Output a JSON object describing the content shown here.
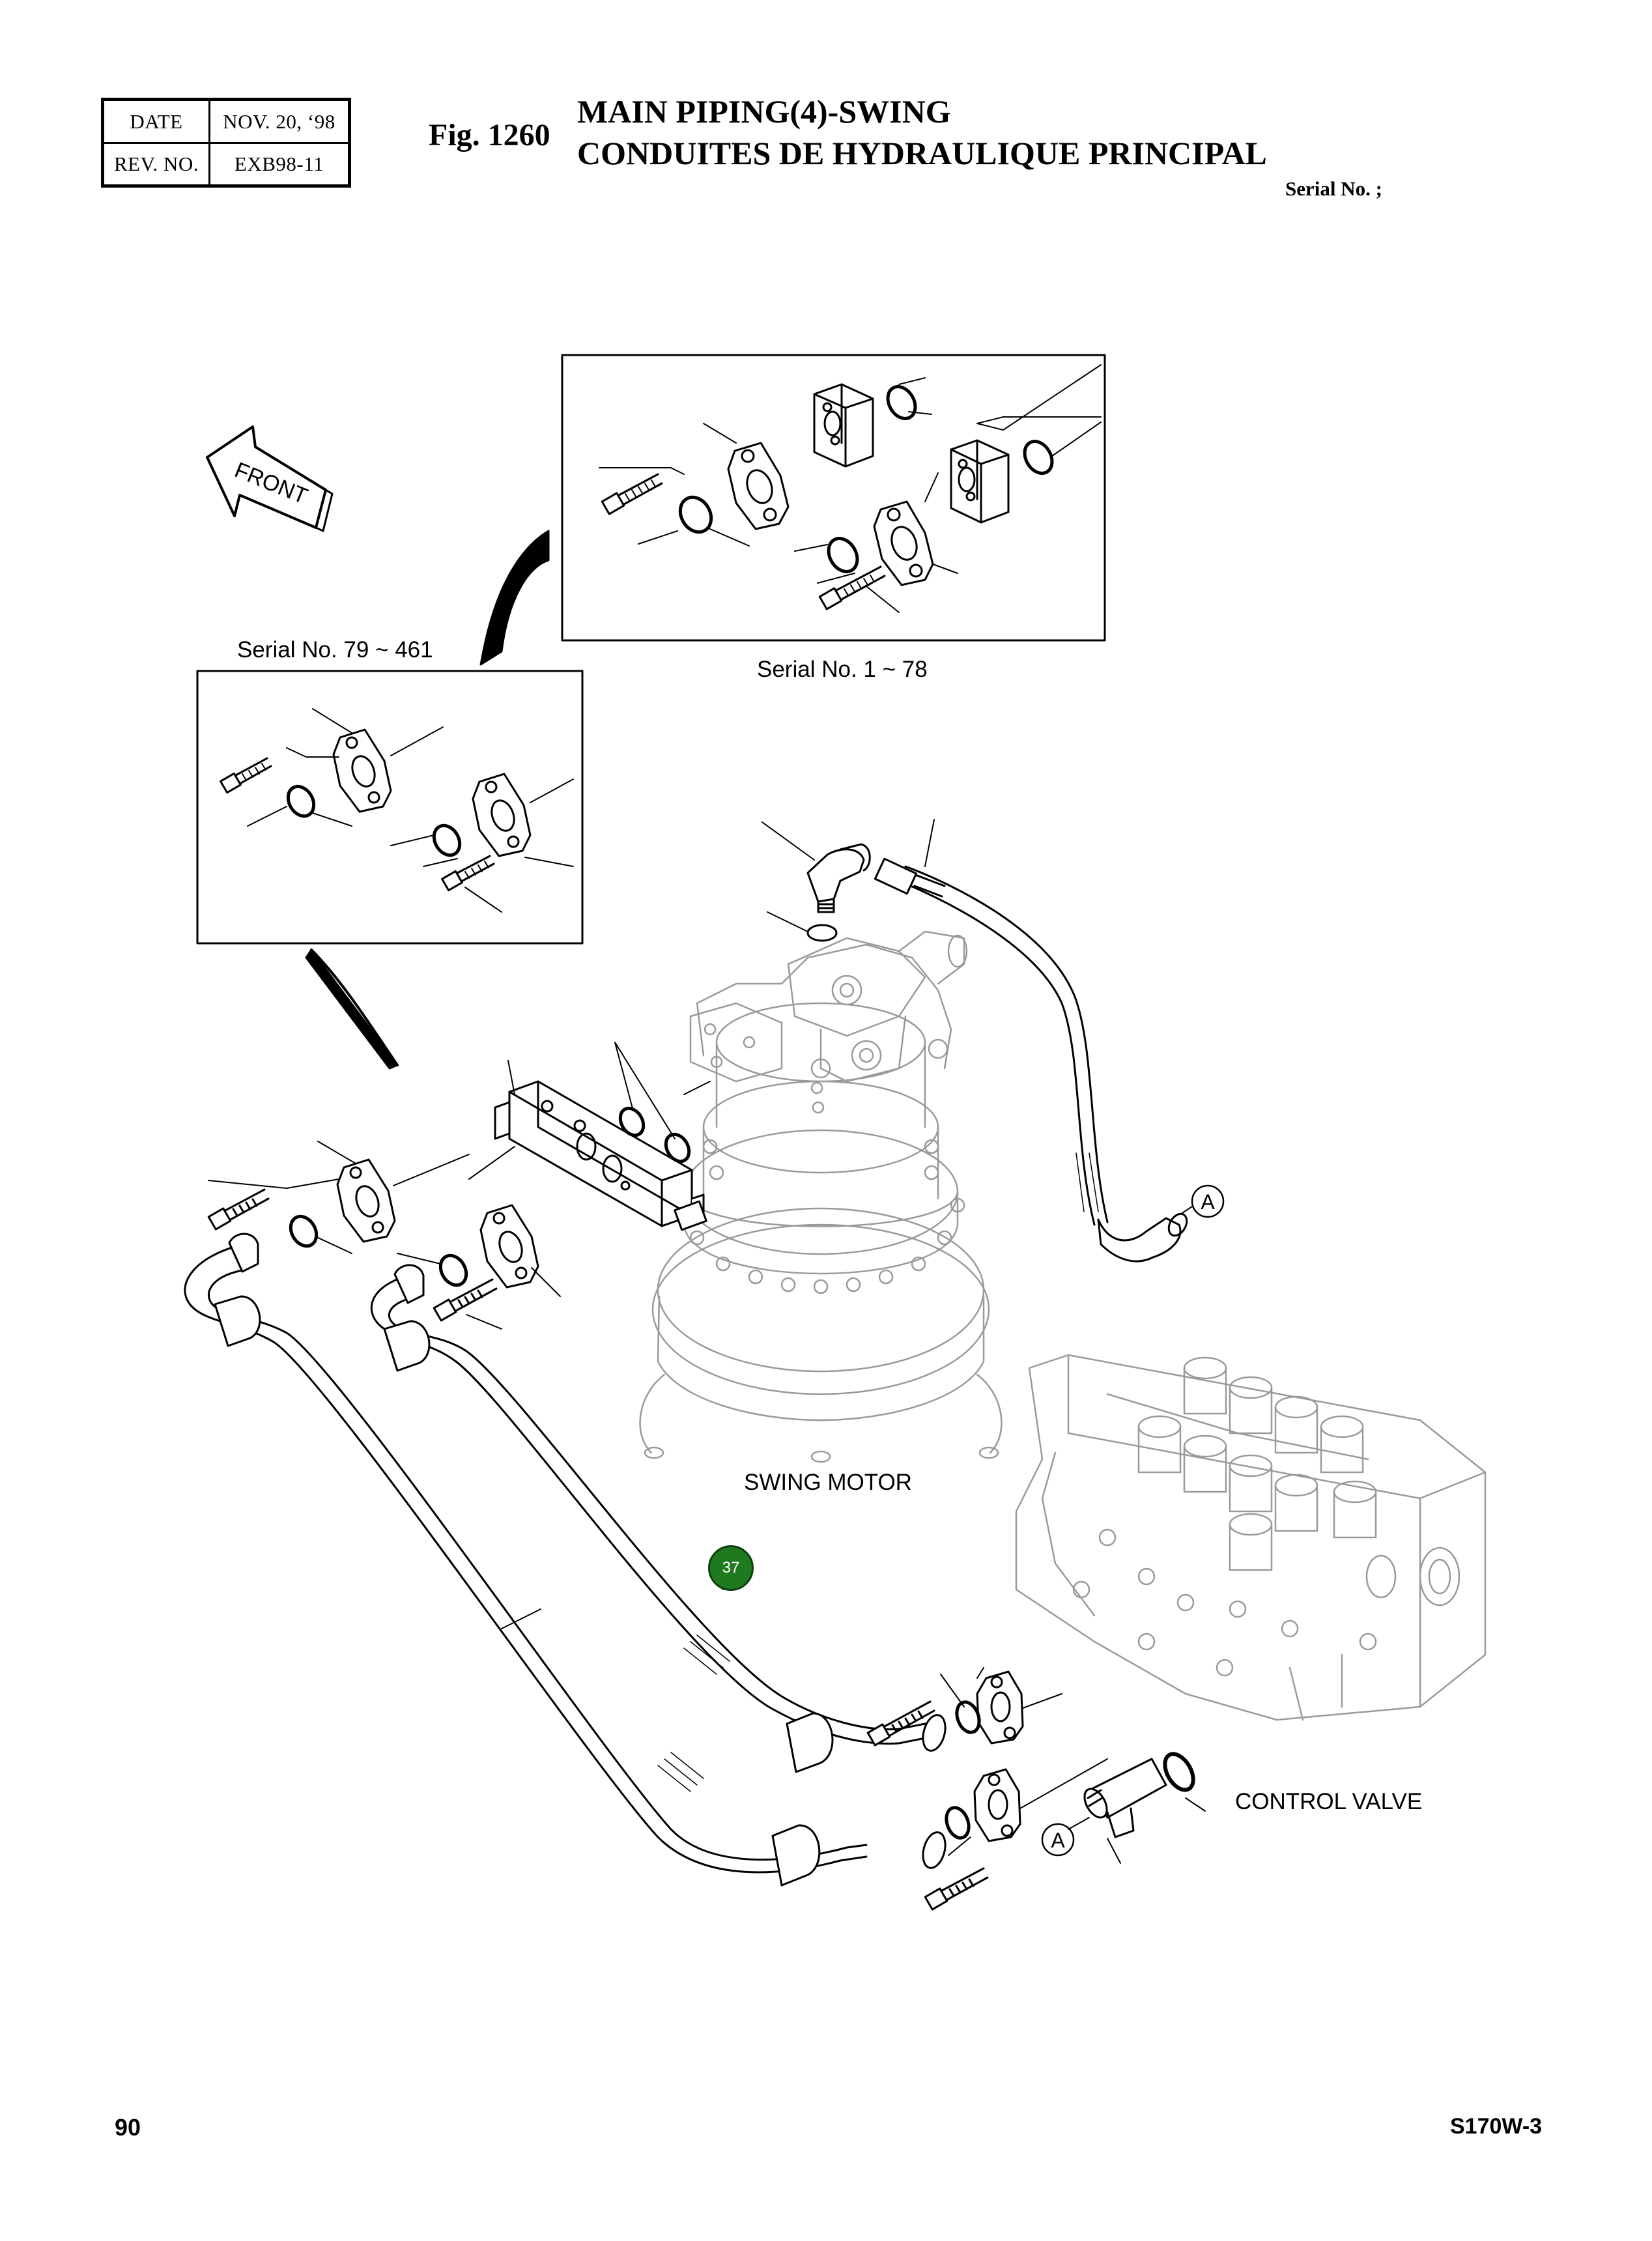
{
  "header": {
    "date_label": "DATE",
    "date_value": "NOV. 20, ‘98",
    "rev_label": "REV. NO.",
    "rev_value": "EXB98-11",
    "fig_number": "Fig. 1260",
    "title_en": "MAIN PIPING(4)-SWING",
    "title_fr": "CONDUITES DE HYDRAULIQUE PRINCIPAL",
    "serial": "Serial No. ;"
  },
  "drawing": {
    "front_arrow_label": "FRONT",
    "inset_top_label": "Serial No. 1 ~ 78",
    "inset_left_label": "Serial No. 79 ~ 461",
    "swing_motor_label": "SWING MOTOR",
    "control_valve_label": "CONTROL VALVE",
    "ref_a_label": "A",
    "part_callout": "37",
    "part_callout_color": "#1f7a1f"
  },
  "footer": {
    "page_number": "90",
    "model": "S170W-3"
  }
}
